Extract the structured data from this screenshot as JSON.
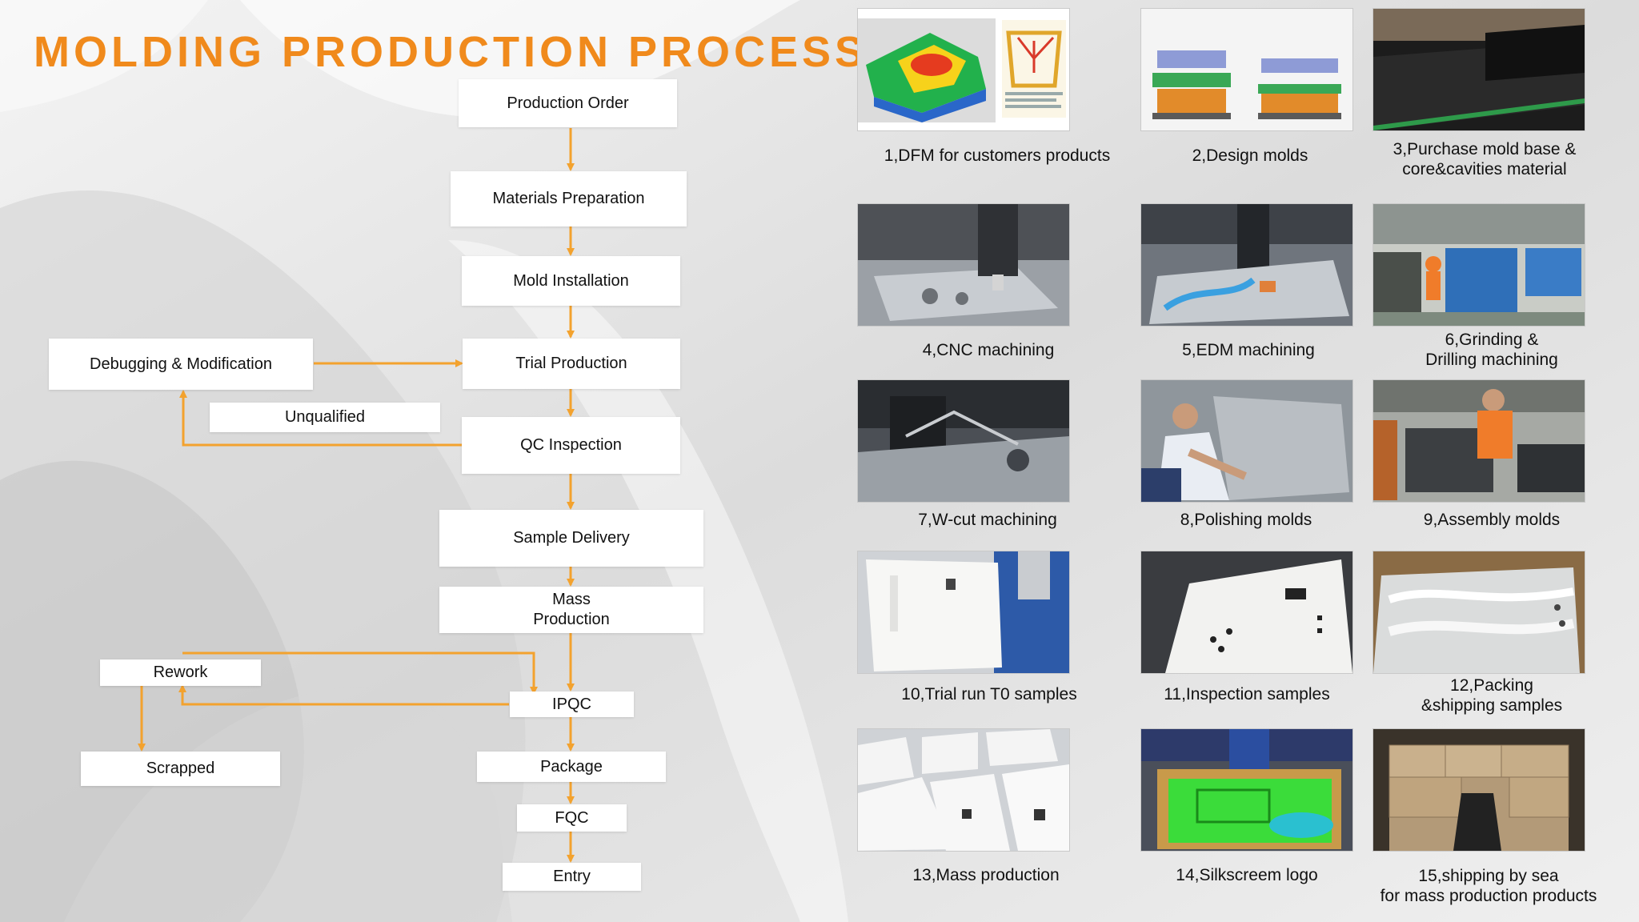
{
  "title": "MOLDING PRODUCTION PROCESS",
  "colors": {
    "accent": "#f08a1c",
    "arrow": "#f3a22e",
    "box": "#ffffff"
  },
  "flow": {
    "production_order": "Production Order",
    "materials_preparation": "Materials  Preparation",
    "mold_installation": "Mold Installation",
    "trial_production": "Trial Production",
    "qc_inspection": "QC Inspection",
    "sample_delivery": "Sample Delivery",
    "mass_production": "Mass\nProduction",
    "ipqc": "IPQC",
    "package": "Package",
    "fqc": "FQC",
    "entry": "Entry",
    "debugging": "Debugging & Modification",
    "unqualified": "Unqualified",
    "rework": "Rework",
    "scrapped": "Scrapped"
  },
  "steps": [
    {
      "caption": "1,DFM for customers products",
      "image": "dfm-analysis"
    },
    {
      "caption": "2,Design molds",
      "image": "mold-design-3d"
    },
    {
      "caption": "3,Purchase mold base &\ncore&cavities material",
      "image": "steel-plates"
    },
    {
      "caption": "4,CNC machining",
      "image": "cnc-machine"
    },
    {
      "caption": "5,EDM machining",
      "image": "edm-machine"
    },
    {
      "caption": "6,Grinding &\nDrilling machining",
      "image": "workshop"
    },
    {
      "caption": "7,W-cut machining",
      "image": "wire-cut-machine"
    },
    {
      "caption": "8,Polishing molds",
      "image": "polishing-worker"
    },
    {
      "caption": "9,Assembly molds",
      "image": "assembly-worker"
    },
    {
      "caption": "10,Trial run T0 samples",
      "image": "white-sample-part"
    },
    {
      "caption": "11,Inspection samples",
      "image": "inspection-part"
    },
    {
      "caption": "12,Packing\n&shipping samples",
      "image": "packed-samples"
    },
    {
      "caption": "13,Mass production",
      "image": "mass-produced-parts"
    },
    {
      "caption": "14,Silkscreem logo",
      "image": "silkscreen-printing"
    },
    {
      "caption": "15,shipping by sea\nfor mass production products",
      "image": "shipping-container"
    }
  ]
}
